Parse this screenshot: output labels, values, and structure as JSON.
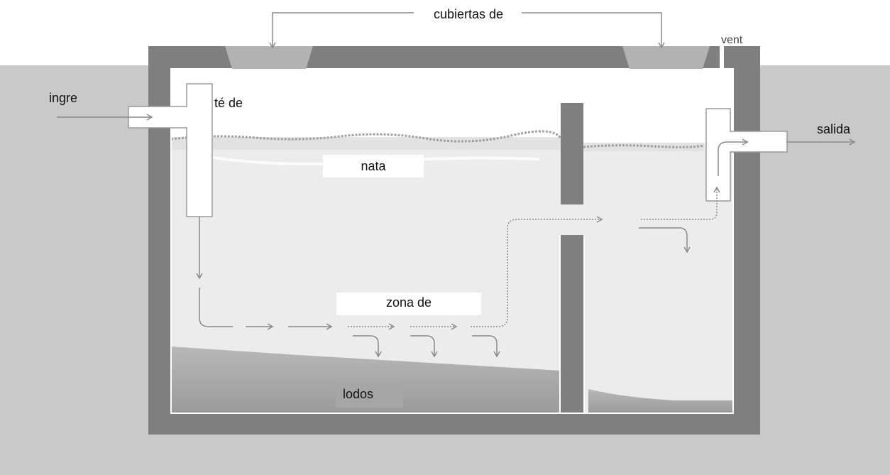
{
  "labels": {
    "covers": "cubiertas de",
    "vent": "vent",
    "inlet": "ingre",
    "inlet_tee": "té de",
    "scum": "nata",
    "outlet": "salida",
    "settling_zone": "zona de",
    "sludge": "lodos"
  },
  "colors": {
    "ground": "#c9c9c9",
    "concrete": "#7f7f7f",
    "cover": "#b2b2b2",
    "liquid": "#ececec",
    "air": "#ffffff",
    "sludge": "#a9a9a9",
    "arrow": "#8a8a8a"
  }
}
